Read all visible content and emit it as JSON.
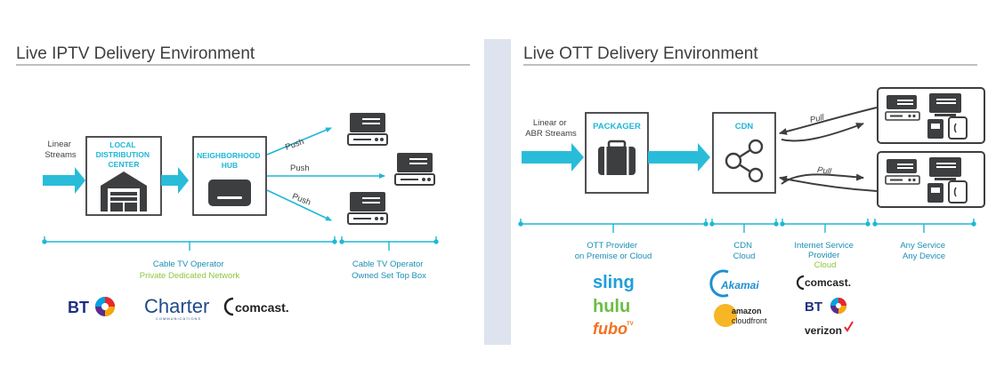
{
  "colors": {
    "cyan": "#1fb7d6",
    "arrow": "#29bcd9",
    "dark": "#3d3e40",
    "green": "#8cc63f",
    "cdn_text": "#1a8fb5",
    "divider": "#dde4ef"
  },
  "left_panel": {
    "title": "Live IPTV Delivery Environment",
    "input_label_line1": "Linear",
    "input_label_line2": "Streams",
    "ldc_line1": "LOCAL",
    "ldc_line2": "DISTRIBUTION",
    "ldc_line3": "CENTER",
    "hub_line1": "NEIGHBORHOOD",
    "hub_line2": "HUB",
    "push1": "Push",
    "push2": "Push",
    "push3": "Push",
    "operator_line1": "Cable TV Operator",
    "operator_line2": "Private Dedicated Network",
    "settop_line1": "Cable TV Operator",
    "settop_line2": "Owned Set Top Box",
    "logos": {
      "bt": "BT",
      "charter": "Charter",
      "charter_sub": "COMMUNICATIONS",
      "comcast": "comcast."
    }
  },
  "right_panel": {
    "title": "Live OTT Delivery Environment",
    "input_label_line1": "Linear or",
    "input_label_line2": "ABR Streams",
    "packager": "PACKAGER",
    "cdn": "CDN",
    "pull1": "Pull",
    "pull2": "Pull",
    "ott_line1": "OTT Provider",
    "ott_line2": "on Premise or Cloud",
    "cdn_cat_line1": "CDN",
    "cdn_cat_line2": "Cloud",
    "isp_line1": "Internet Service",
    "isp_line2": "Provider",
    "isp_line3": "Cloud",
    "any_line1": "Any Service",
    "any_line2": "Any Device",
    "logos": {
      "sling": "sling",
      "hulu": "hulu",
      "fubo": "fubo",
      "fubo_tv": "TV",
      "akamai": "Akamai",
      "amazon_line1": "amazon",
      "amazon_line2": "cloudfront",
      "comcast": "comcast.",
      "bt": "BT",
      "verizon": "verizon"
    }
  }
}
